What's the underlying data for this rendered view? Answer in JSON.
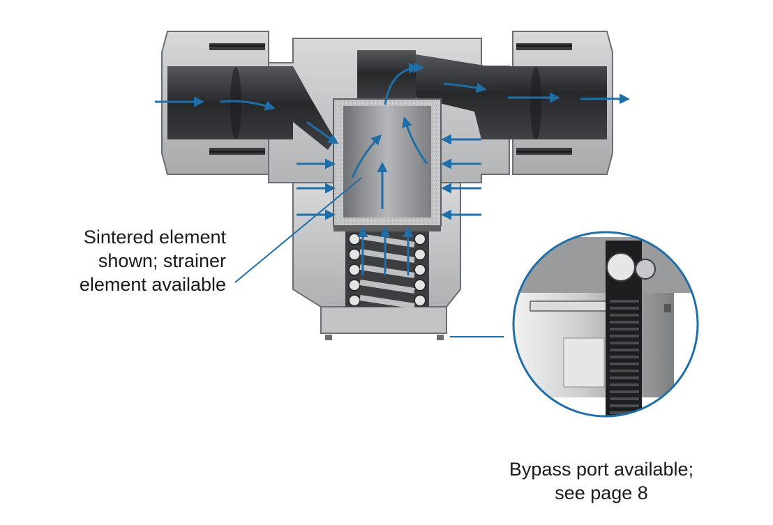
{
  "callouts": {
    "sintered": {
      "line1": "Sintered element",
      "line2": "shown; strainer",
      "line3": "element available"
    },
    "bypass": {
      "line1": "Bypass port available;",
      "line2": "see page 8"
    }
  },
  "colors": {
    "flow_arrow": "#1f6ea8",
    "body_metal": "#c9cacc",
    "body_dark": "#8e9092",
    "passage": "#2f3134",
    "element": "#9c9ea1",
    "leader_line": "#1f6ea8",
    "text": "#1a1a1a"
  },
  "icons": {
    "flow": "flow-arrow-icon",
    "inset": "bypass-port-detail-icon"
  }
}
